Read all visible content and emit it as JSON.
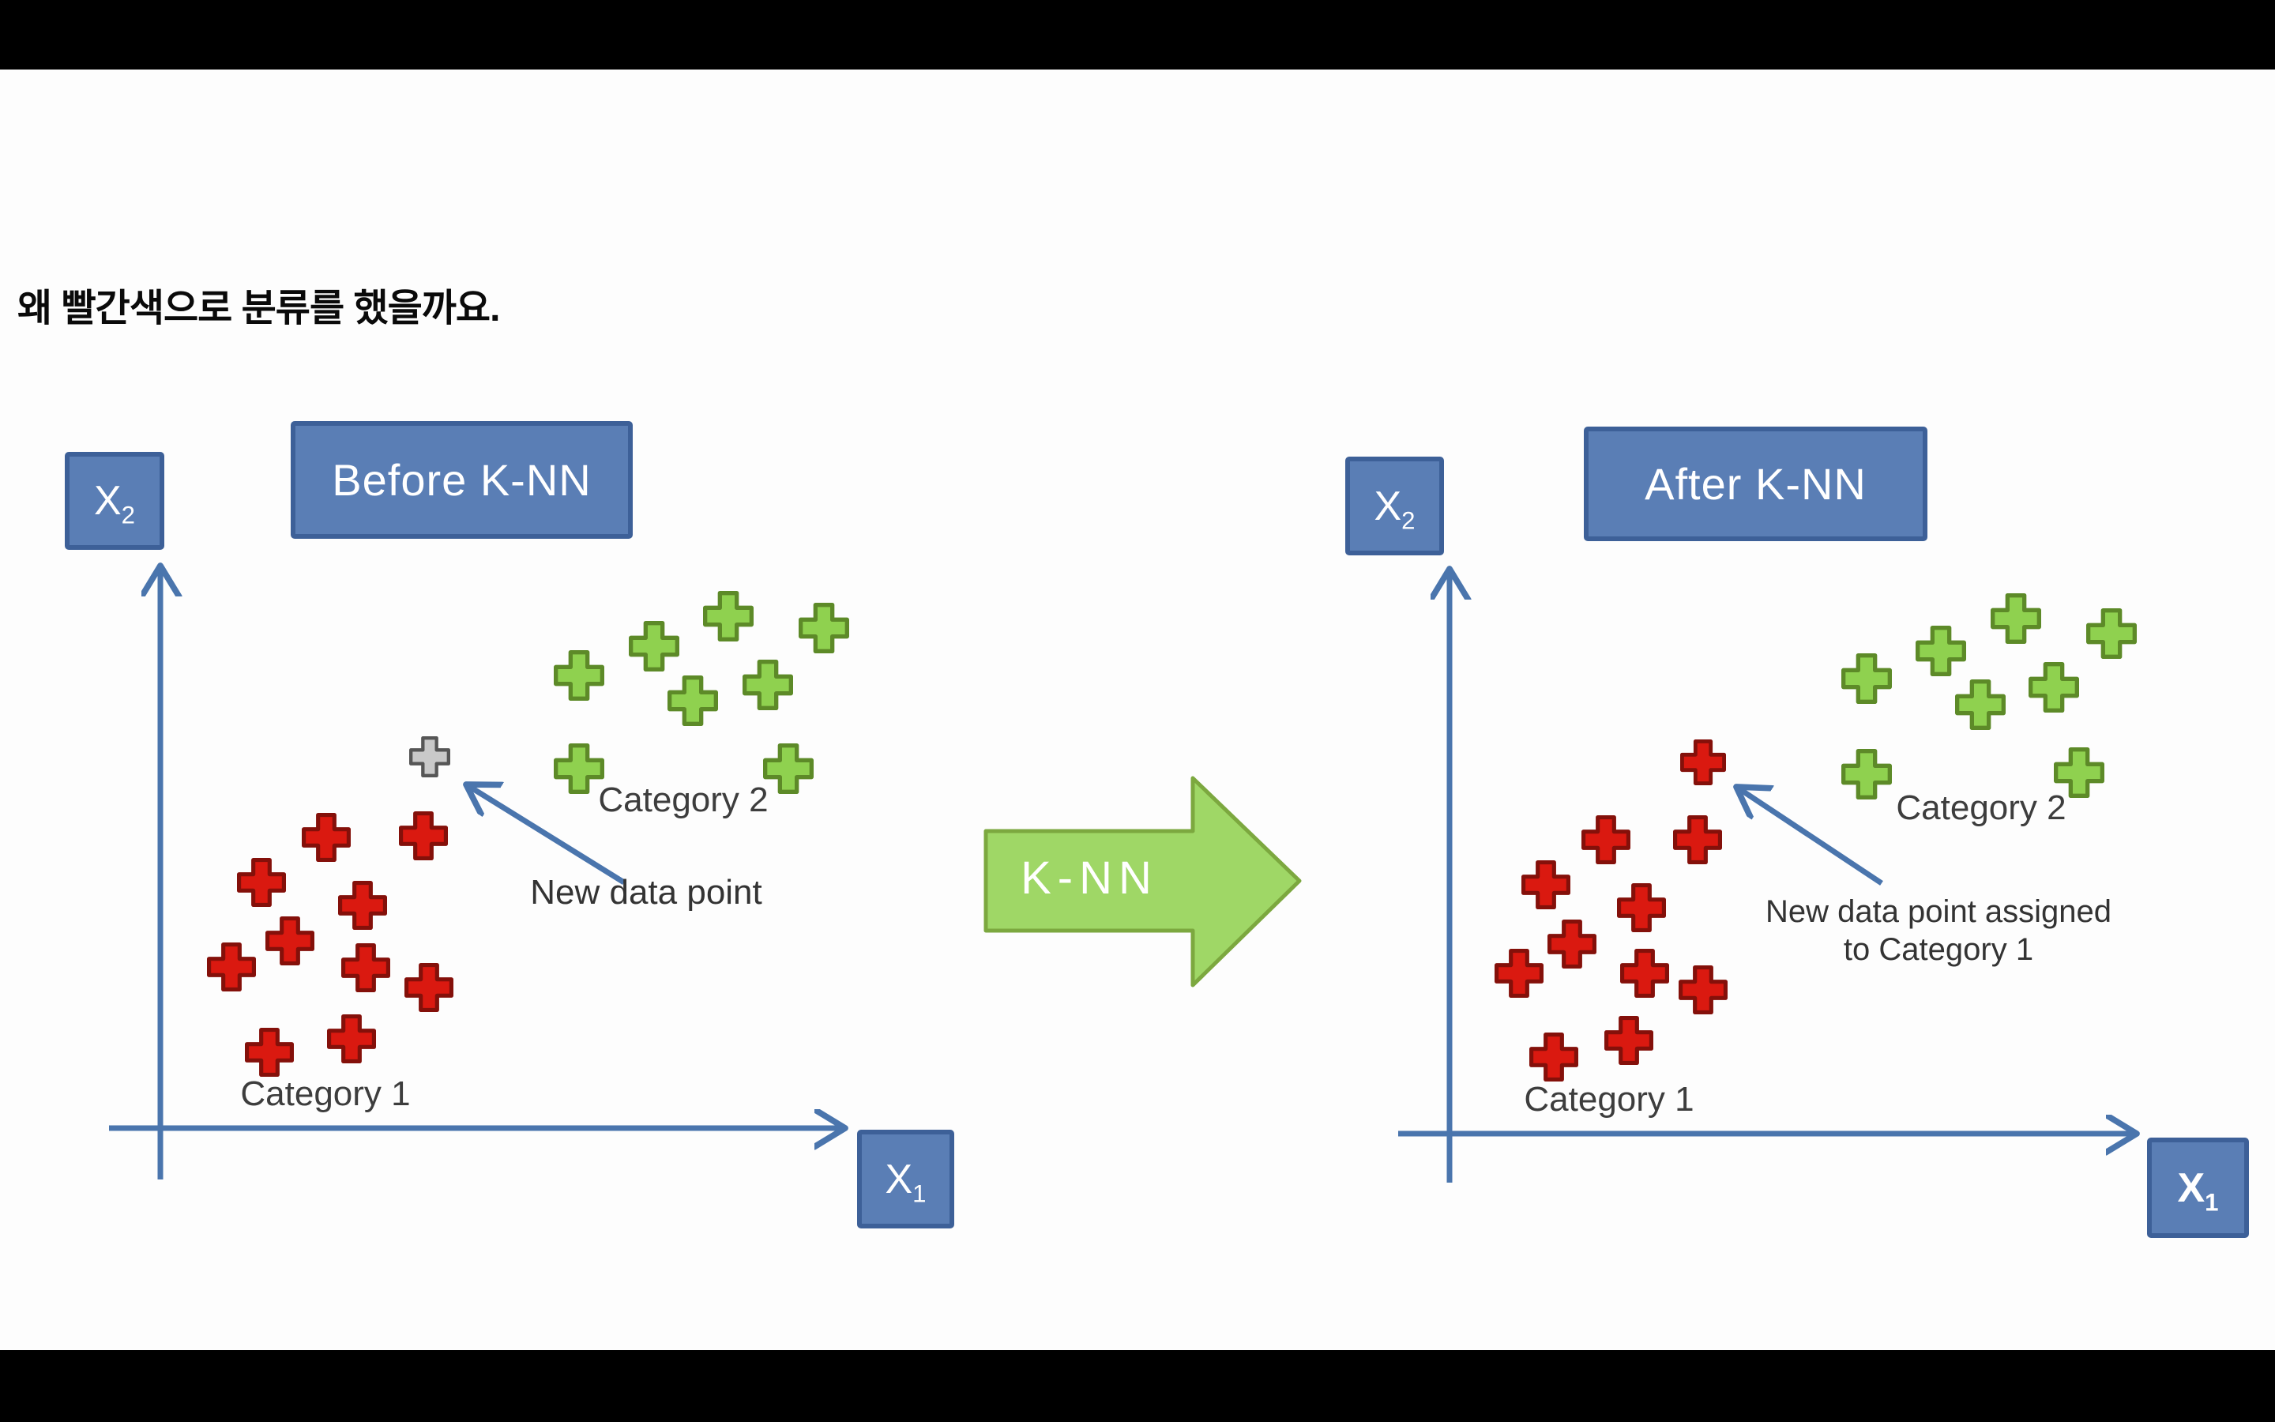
{
  "title": "왜 빨간색으로 분류를 했을까요.",
  "knn_label": "K-NN",
  "colors": {
    "box_blue": "#5a7eb5",
    "box_border_blue": "#3d6098",
    "axis_blue": "#4a75ad",
    "green_cross": "#8fd14f",
    "red_cross": "#da1910",
    "gray_cross": "#c9c9c9",
    "knn_arrow_fill": "#9fd766",
    "knn_arrow_border": "#7ca83f",
    "letterbox": "#000000",
    "label_text": "#3d3d3d"
  },
  "panels": {
    "before": {
      "header": "Before K-NN",
      "category1_label": "Category 1",
      "category2_label": "Category 2",
      "annotation_lines": [
        "New data point"
      ],
      "x1": {
        "base": "X",
        "sub": "1"
      },
      "x2": {
        "base": "X",
        "sub": "2"
      }
    },
    "after": {
      "header": "After K-NN",
      "category1_label": "Category 1",
      "category2_label": "Category 2",
      "annotation_lines": [
        "New data point assigned",
        "to Category 1"
      ],
      "x1": {
        "base": "X",
        "sub": "1"
      },
      "x2": {
        "base": "X",
        "sub": "2"
      }
    }
  },
  "chart_data": [
    {
      "type": "scatter",
      "title": "Before K-NN",
      "xlabel": "X1",
      "ylabel": "X2",
      "axes_units": "pixels",
      "legend_position": "inline-labels",
      "annotation": "New data point",
      "series": [
        {
          "name": "Category 2",
          "marker": "green-cross",
          "points": [
            [
              922,
              780
            ],
            [
              1043,
              795
            ],
            [
              828,
              818
            ],
            [
              733,
              855
            ],
            [
              972,
              867
            ],
            [
              877,
              887
            ],
            [
              733,
              973
            ],
            [
              998,
              973
            ]
          ]
        },
        {
          "name": "Category 1",
          "marker": "red-cross",
          "points": [
            [
              413,
              1060
            ],
            [
              536,
              1058
            ],
            [
              331,
              1117
            ],
            [
              459,
              1146
            ],
            [
              367,
              1191
            ],
            [
              293,
              1224
            ],
            [
              463,
              1225
            ],
            [
              543,
              1250
            ],
            [
              445,
              1315
            ],
            [
              341,
              1332
            ]
          ]
        },
        {
          "name": "New data point",
          "marker": "gray-cross",
          "points": [
            [
              544,
              958
            ]
          ]
        }
      ]
    },
    {
      "type": "scatter",
      "title": "After K-NN",
      "xlabel": "X1",
      "ylabel": "X2",
      "axes_units": "pixels",
      "legend_position": "inline-labels",
      "annotation": "New data point assigned to Category 1",
      "series": [
        {
          "name": "Category 2",
          "marker": "green-cross",
          "points": [
            [
              2552,
              783
            ],
            [
              2673,
              802
            ],
            [
              2457,
              824
            ],
            [
              2363,
              859
            ],
            [
              2600,
              870
            ],
            [
              2507,
              892
            ],
            [
              2363,
              980
            ],
            [
              2632,
              978
            ]
          ]
        },
        {
          "name": "Category 1",
          "marker": "red-cross",
          "points": [
            [
              2033,
              1063
            ],
            [
              2149,
              1063
            ],
            [
              1957,
              1120
            ],
            [
              2078,
              1149
            ],
            [
              1990,
              1195
            ],
            [
              1923,
              1232
            ],
            [
              2082,
              1232
            ],
            [
              2156,
              1253
            ],
            [
              2062,
              1317
            ],
            [
              1967,
              1338
            ]
          ]
        },
        {
          "name": "New data point",
          "marker": "red-cross",
          "points": [
            [
              2156,
              965
            ]
          ]
        }
      ]
    }
  ]
}
